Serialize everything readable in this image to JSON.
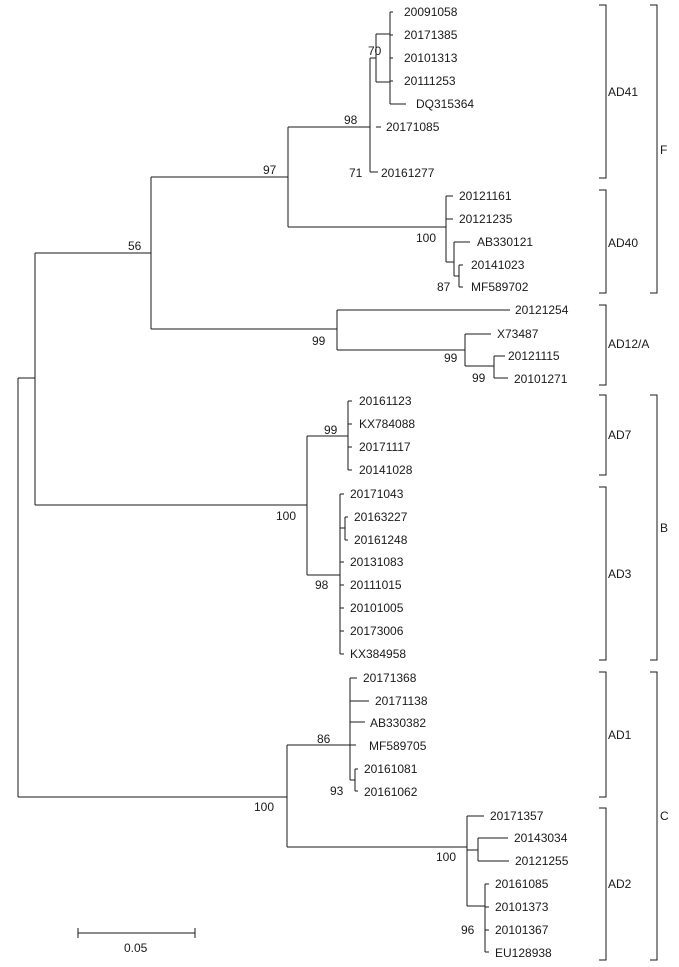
{
  "leaves": [
    "20091058",
    "20171385",
    "20101313",
    "20111253",
    "DQ315364",
    "20171085",
    "20161277",
    "20121161",
    "20121235",
    "AB330121",
    "20141023",
    "MF589702",
    "20121254",
    "X73487",
    "20121115",
    "20101271",
    "20161123",
    "KX784088",
    "20171117",
    "20141028",
    "20171043",
    "20163227",
    "20161248",
    "20131083",
    "20111015",
    "20101005",
    "20173006",
    "KX384958",
    "20171368",
    "20171138",
    "AB330382",
    "MF589705",
    "20161081",
    "20161062",
    "20171357",
    "20143034",
    "20121255",
    "20161085",
    "20101373",
    "20101367",
    "EU128938"
  ],
  "bootstrap_values": [
    "70",
    "98",
    "71",
    "97",
    "56",
    "100",
    "87",
    "99",
    "99",
    "99",
    "99",
    "100",
    "98",
    "86",
    "93",
    "100",
    "100",
    "96"
  ],
  "subclades": [
    "AD41",
    "AD40",
    "AD12/A",
    "AD7",
    "AD3",
    "AD1",
    "AD2"
  ],
  "species": [
    "F",
    "B",
    "C"
  ],
  "scale_bar": {
    "label": "0.05",
    "value": 0.05
  }
}
